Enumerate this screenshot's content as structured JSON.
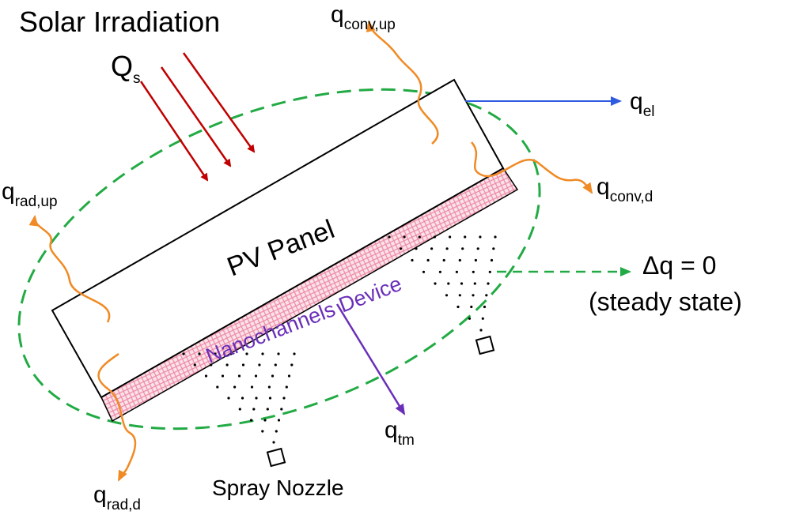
{
  "title": "Solar Irradiation",
  "qs": {
    "base": "Q",
    "sub": "s"
  },
  "panel_label": "PV Panel",
  "device_label": "Nanochannels Device",
  "nozzle_label": "Spray Nozzle",
  "balance": {
    "line1": "Δq = 0",
    "line2": "(steady state)"
  },
  "fluxes": {
    "conv_up": {
      "base": "q",
      "sub": "conv,up"
    },
    "el": {
      "base": "q",
      "sub": "el"
    },
    "conv_d": {
      "base": "q",
      "sub": "conv,d"
    },
    "rad_up": {
      "base": "q",
      "sub": "rad,up"
    },
    "rad_d": {
      "base": "q",
      "sub": "rad,d"
    },
    "tm": {
      "base": "q",
      "sub": "tm"
    }
  },
  "colors": {
    "solar": "#c00000",
    "heat_wave": "#f08a24",
    "electric": "#2f5be0",
    "thermal_management": "#6a2fb8",
    "control_volume": "#22aa44",
    "hatch": "#f3a6b8"
  }
}
